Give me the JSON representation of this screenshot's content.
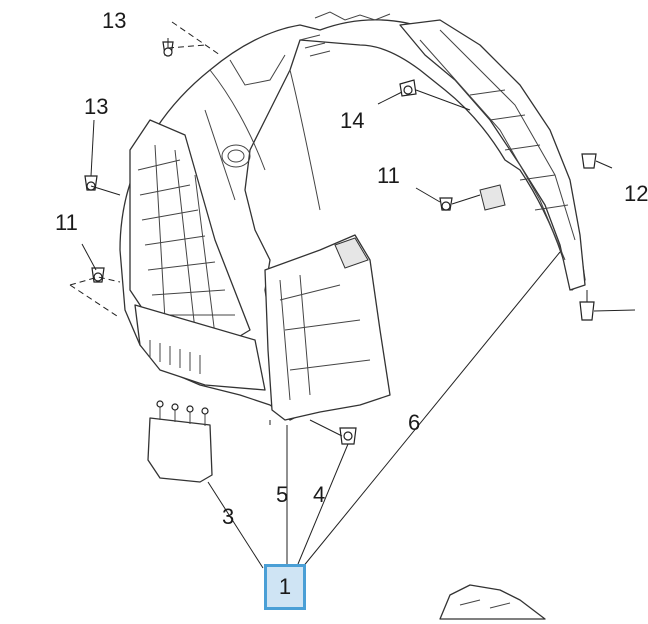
{
  "diagram": {
    "callouts": [
      {
        "id": "c13a",
        "label": "13"
      },
      {
        "id": "c13b",
        "label": "13"
      },
      {
        "id": "c11a",
        "label": "11"
      },
      {
        "id": "c14",
        "label": "14"
      },
      {
        "id": "c11b",
        "label": "11"
      },
      {
        "id": "c12",
        "label": "12"
      },
      {
        "id": "c6",
        "label": "6"
      },
      {
        "id": "c3",
        "label": "3"
      },
      {
        "id": "c5",
        "label": "5"
      },
      {
        "id": "c4",
        "label": "4"
      }
    ],
    "selected_part": {
      "label": "1"
    },
    "colors": {
      "selected_fill": "#cfe4f4",
      "selected_border": "#4a9fd6",
      "line": "#222222"
    }
  }
}
